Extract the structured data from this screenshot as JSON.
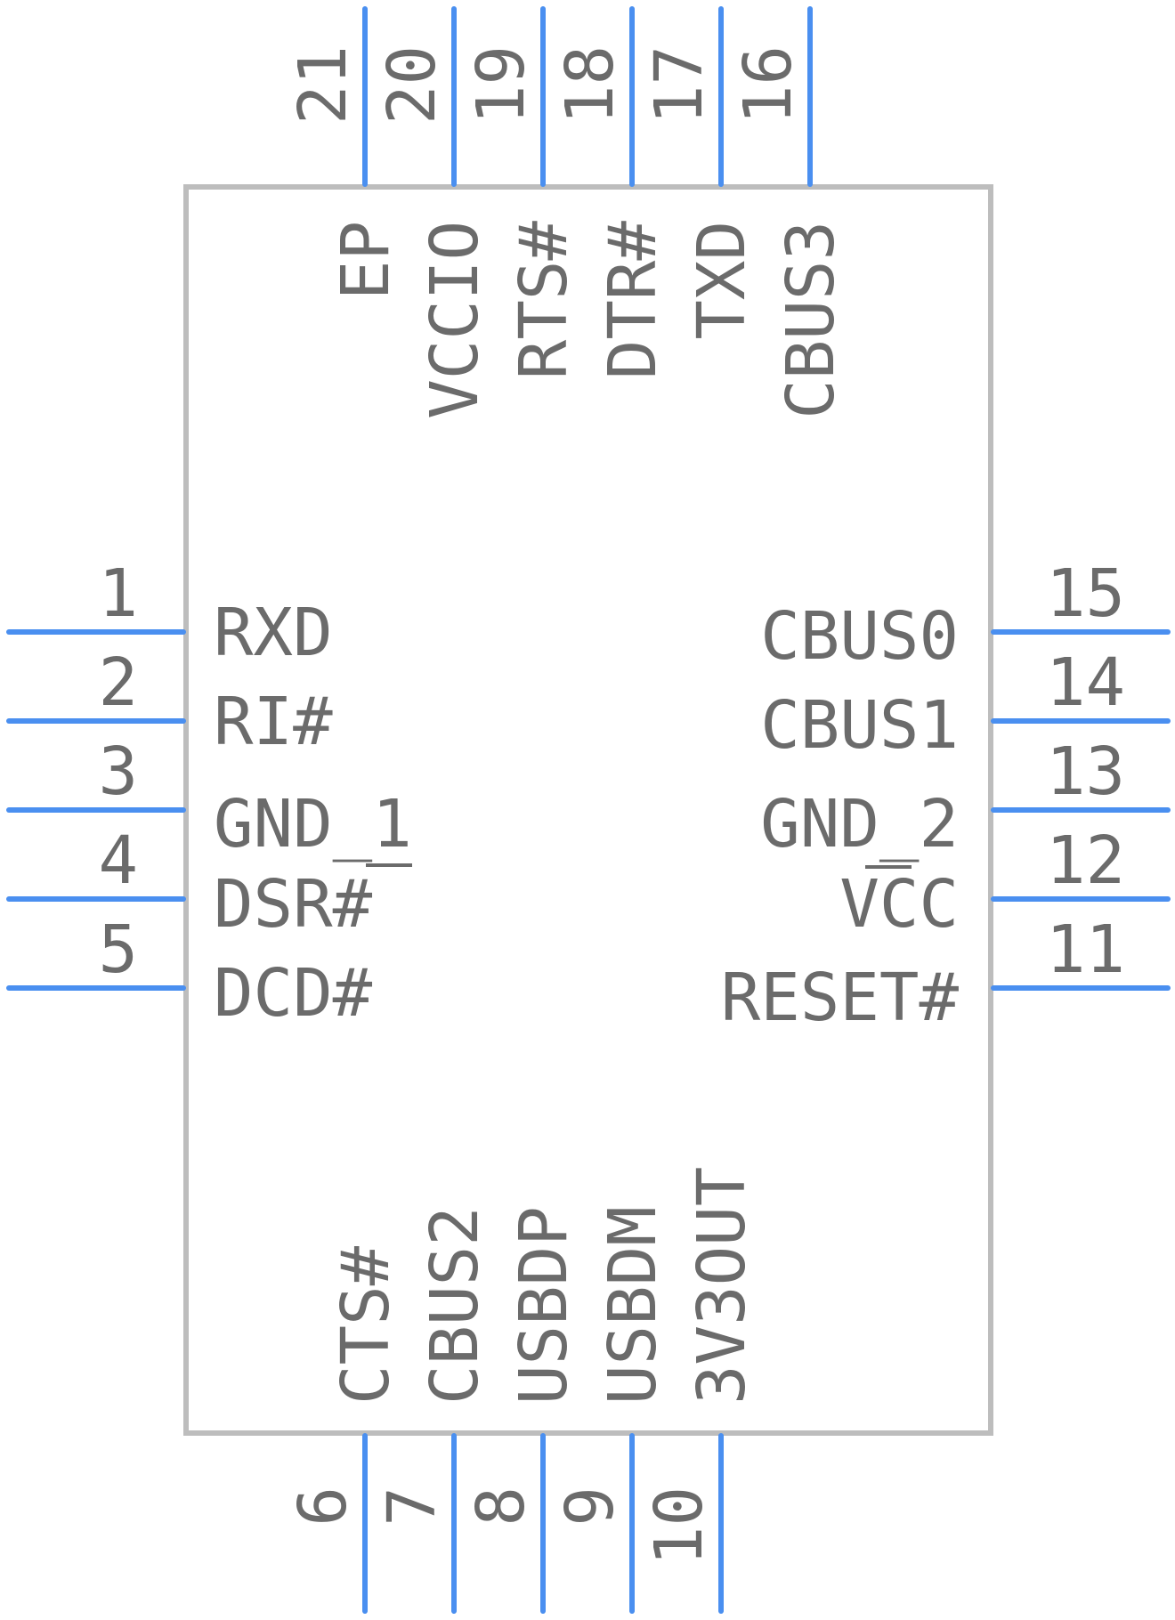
{
  "colors": {
    "pin": "#4a8ff0",
    "body_outline": "#bdbdbd",
    "text": "#6b6b6b"
  },
  "pins": {
    "left": [
      {
        "number": "1",
        "name": "RXD"
      },
      {
        "number": "2",
        "name": "RI#"
      },
      {
        "number": "3",
        "name": "GND_1"
      },
      {
        "number": "4",
        "name": "DSR#"
      },
      {
        "number": "5",
        "name": "DCD#"
      }
    ],
    "right": [
      {
        "number": "15",
        "name": "CBUS0"
      },
      {
        "number": "14",
        "name": "CBUS1"
      },
      {
        "number": "13",
        "name": "GND_2"
      },
      {
        "number": "12",
        "name": "VCC"
      },
      {
        "number": "11",
        "name": "RESET#"
      }
    ],
    "top": [
      {
        "number": "21",
        "name": "EP"
      },
      {
        "number": "20",
        "name": "VCCIO"
      },
      {
        "number": "19",
        "name": "RTS#"
      },
      {
        "number": "18",
        "name": "DTR#"
      },
      {
        "number": "17",
        "name": "TXD"
      },
      {
        "number": "16",
        "name": "CBUS3"
      }
    ],
    "bottom": [
      {
        "number": "6",
        "name": "CTS#"
      },
      {
        "number": "7",
        "name": "CBUS2"
      },
      {
        "number": "8",
        "name": "USBDP"
      },
      {
        "number": "9",
        "name": "USBDM"
      },
      {
        "number": "10",
        "name": "3V3OUT"
      }
    ]
  }
}
